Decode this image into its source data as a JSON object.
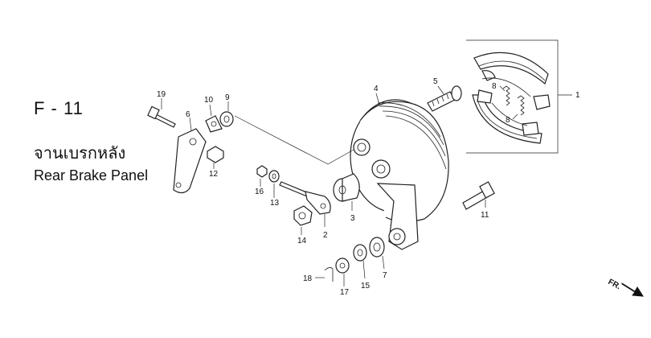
{
  "header": {
    "code": "F - 11",
    "title_th": "จานเบรกหลัง",
    "title_en": "Rear Brake Panel"
  },
  "callouts": {
    "c1": "1",
    "c2": "2",
    "c3": "3",
    "c4": "4",
    "c5": "5",
    "c6": "6",
    "c7": "7",
    "c8a": "8",
    "c8b": "8",
    "c9": "9",
    "c10": "10",
    "c11": "11",
    "c12": "12",
    "c13": "13",
    "c14": "14",
    "c15": "15",
    "c16": "16",
    "c17": "17",
    "c18": "18",
    "c19": "19"
  },
  "direction": {
    "label": "FR."
  }
}
